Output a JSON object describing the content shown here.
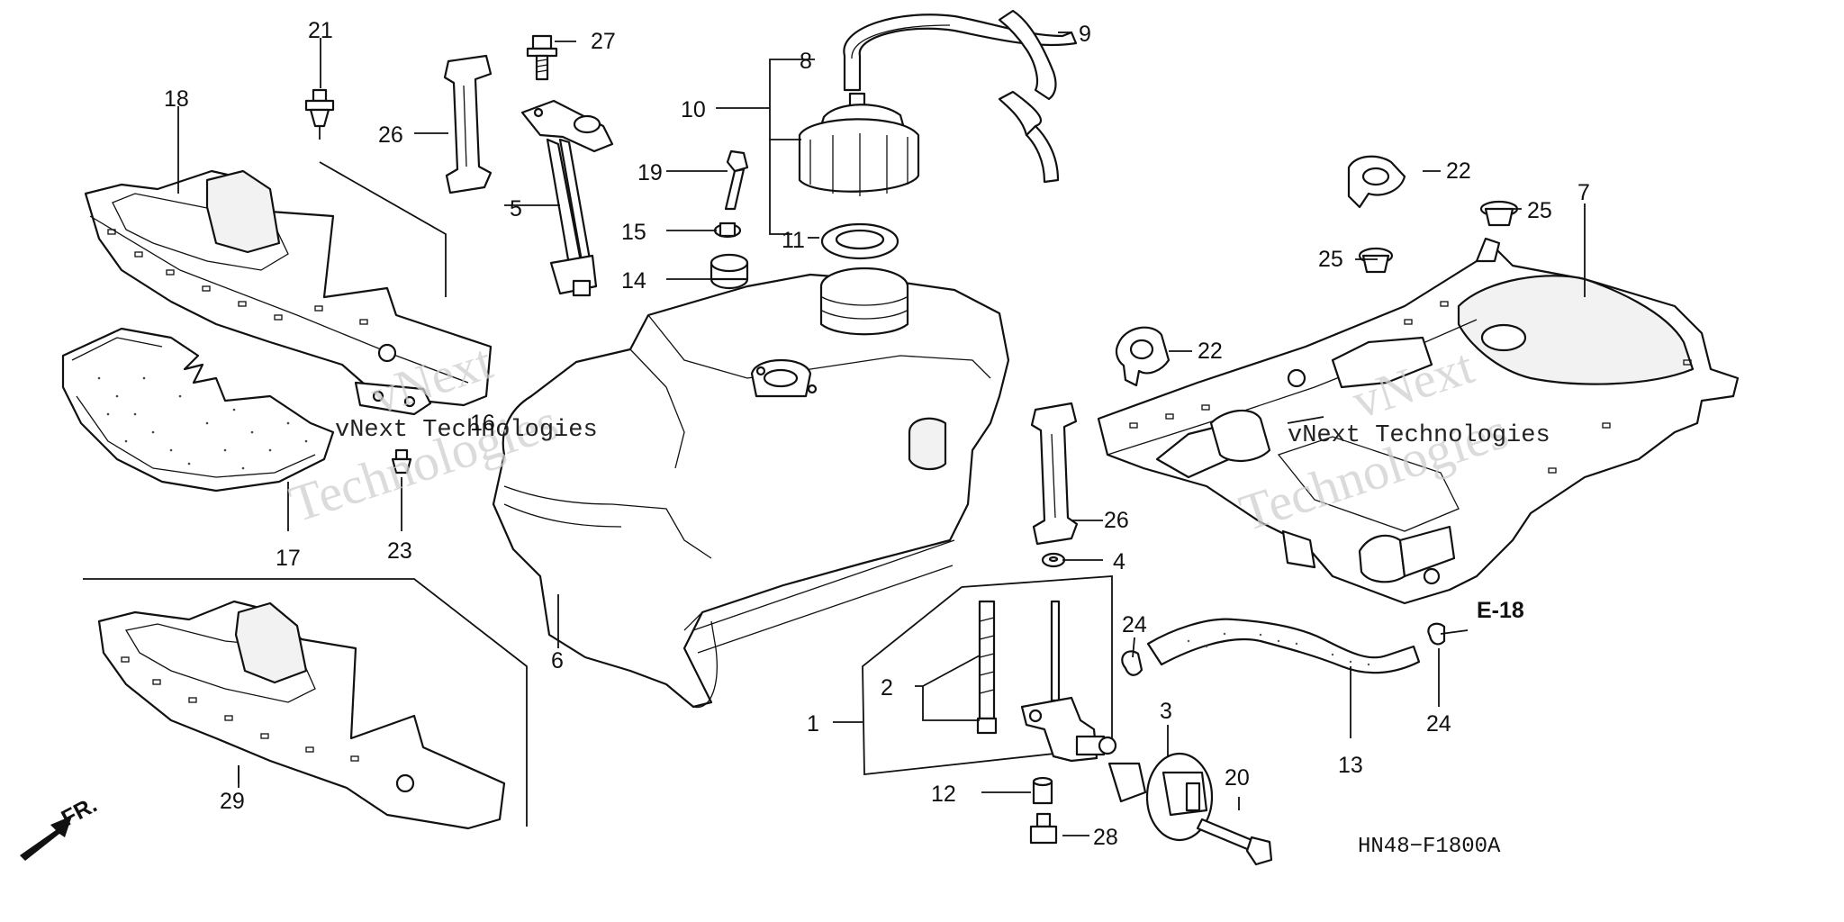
{
  "diagram": {
    "code": "HN48−F1800A",
    "ref": "E-18",
    "front_label": "FR.",
    "watermark": "vNext Technologies",
    "callouts": {
      "c1": "1",
      "c2": "2",
      "c3": "3",
      "c4": "4",
      "c5": "5",
      "c6": "6",
      "c7": "7",
      "c8": "8",
      "c9": "9",
      "c10": "10",
      "c11": "11",
      "c12": "12",
      "c13": "13",
      "c14": "14",
      "c15": "15",
      "c16": "16",
      "c17": "17",
      "c18": "18",
      "c19": "19",
      "c20": "20",
      "c21": "21",
      "c22a": "22",
      "c22b": "22",
      "c23": "23",
      "c24a": "24",
      "c24b": "24",
      "c25a": "25",
      "c25b": "25",
      "c26a": "26",
      "c26b": "26",
      "c27": "27",
      "c28": "28",
      "c29": "29"
    }
  }
}
